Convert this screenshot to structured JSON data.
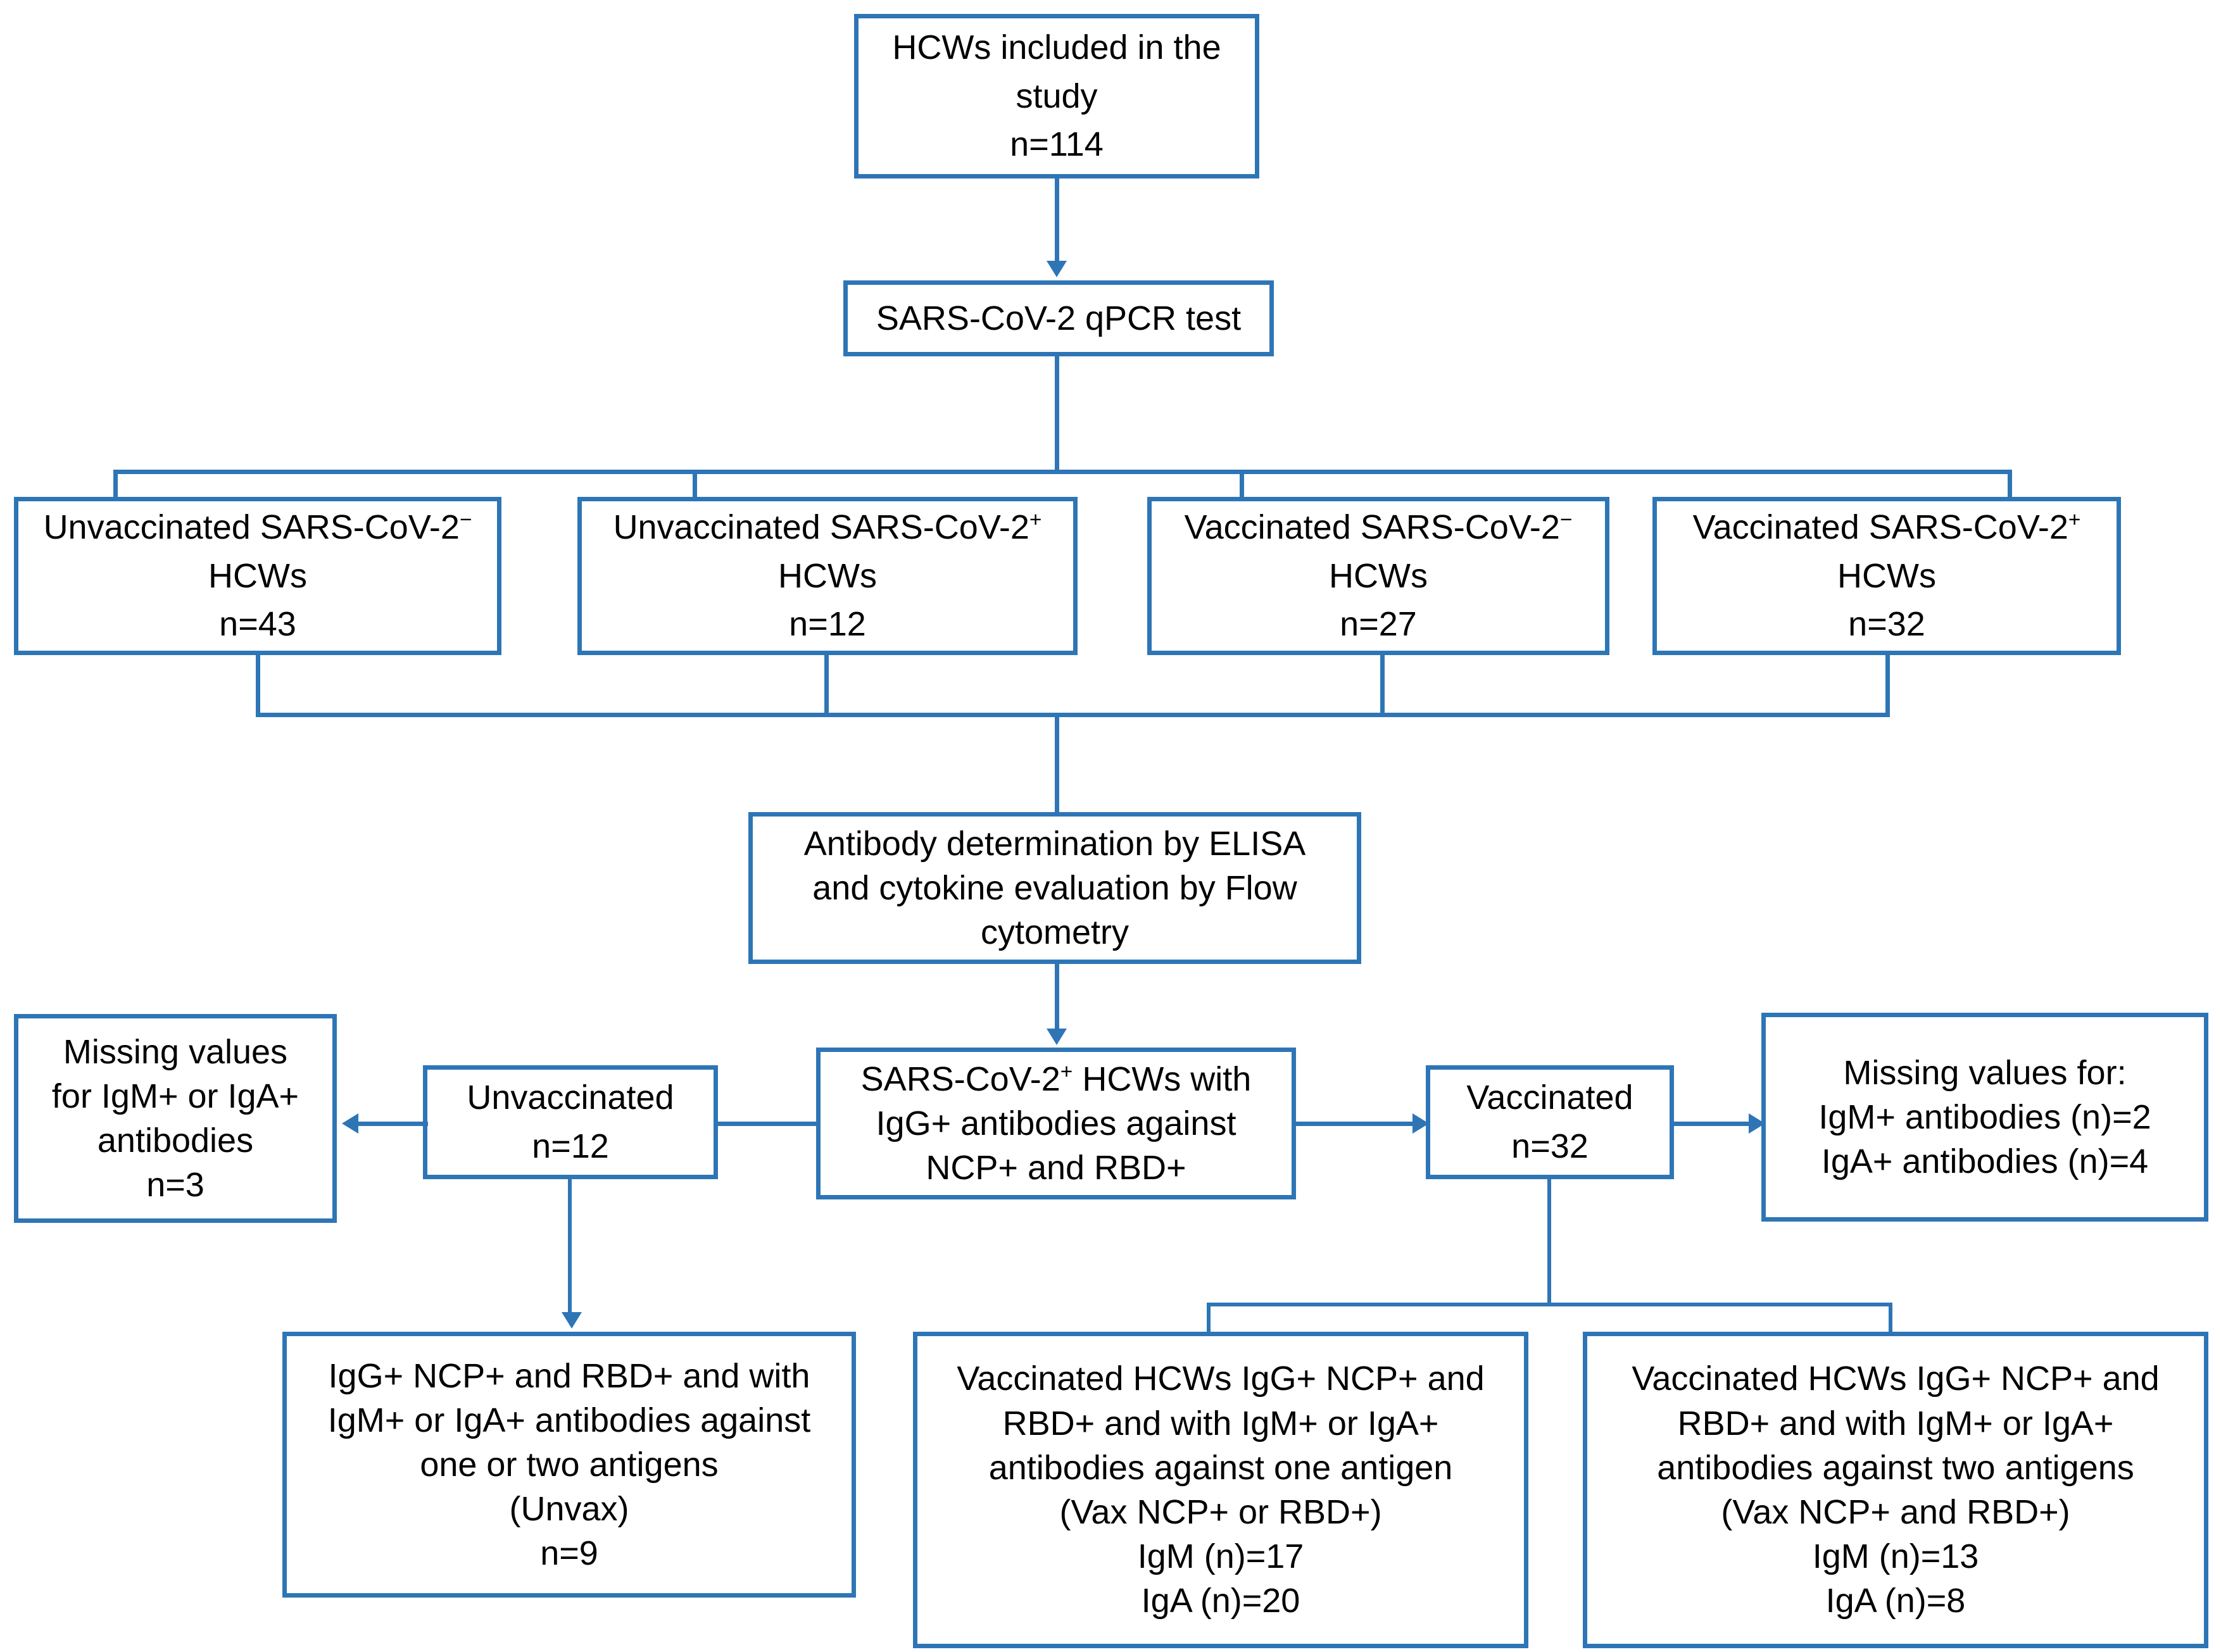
{
  "diagram": {
    "title": "HCW SARS-CoV-2 study flowchart",
    "accent_color": "#2E75B6",
    "text_color": "#000000",
    "background_color": "#FFFFFF"
  },
  "nodes": {
    "hcws_included": {
      "line1": "HCWs included in the",
      "line2": "study",
      "line3": "n=114"
    },
    "qpcr_test": {
      "line1": "SARS-CoV-2 qPCR test"
    },
    "unvax_neg": {
      "prefix": "Unvaccinated SARS-CoV-2",
      "sup": "−",
      "line2": "HCWs",
      "line3": "n=43"
    },
    "unvax_pos": {
      "prefix": "Unvaccinated SARS-CoV-2",
      "sup": "+",
      "line2": "HCWs",
      "line3": "n=12"
    },
    "vax_neg": {
      "prefix": "Vaccinated SARS-CoV-2",
      "sup": "−",
      "line2": "HCWs",
      "line3": "n=27"
    },
    "vax_pos": {
      "prefix": "Vaccinated SARS-CoV-2",
      "sup": "+",
      "line2": "HCWs",
      "line3": "n=32"
    },
    "antibody_determination": {
      "line1": "Antibody determination by ELISA",
      "line2": "and cytokine evaluation by Flow",
      "line3": "cytometry"
    },
    "igg_positive_hcws": {
      "prefix": "SARS-CoV-2",
      "sup": "+",
      "suffix": " HCWs with",
      "line2": "IgG+ antibodies against",
      "line3": "NCP+ and RBD+"
    },
    "unvaccinated_12": {
      "line1": "Unvaccinated",
      "line2": "n=12"
    },
    "vaccinated_32": {
      "line1": "Vaccinated",
      "line2": "n=32"
    },
    "missing_left": {
      "line1": "Missing values",
      "line2": "for IgM+ or IgA+",
      "line3": "antibodies",
      "line4": "n=3"
    },
    "missing_right": {
      "line1": "Missing values for:",
      "line2": "IgM+ antibodies (n)=2",
      "line3": "IgA+ antibodies (n)=4"
    },
    "unvax_group": {
      "line1": "IgG+ NCP+ and RBD+ and with",
      "line2": "IgM+ or IgA+ antibodies against",
      "line3": "one or two antigens",
      "line4": "(Unvax)",
      "line5": "n=9"
    },
    "vax_one_antigen": {
      "line1": "Vaccinated HCWs IgG+ NCP+ and",
      "line2": "RBD+ and with IgM+ or IgA+",
      "line3": "antibodies against one antigen",
      "line4": "(Vax NCP+ or RBD+)",
      "line5": "IgM (n)=17",
      "line6": "IgA (n)=20"
    },
    "vax_two_antigens": {
      "line1": "Vaccinated HCWs IgG+ NCP+ and",
      "line2": "RBD+ and with IgM+ or IgA+",
      "line3": "antibodies against two antigens",
      "line4": "(Vax NCP+ and RBD+)",
      "line5": "IgM (n)=13",
      "line6": "IgA (n)=8"
    }
  }
}
